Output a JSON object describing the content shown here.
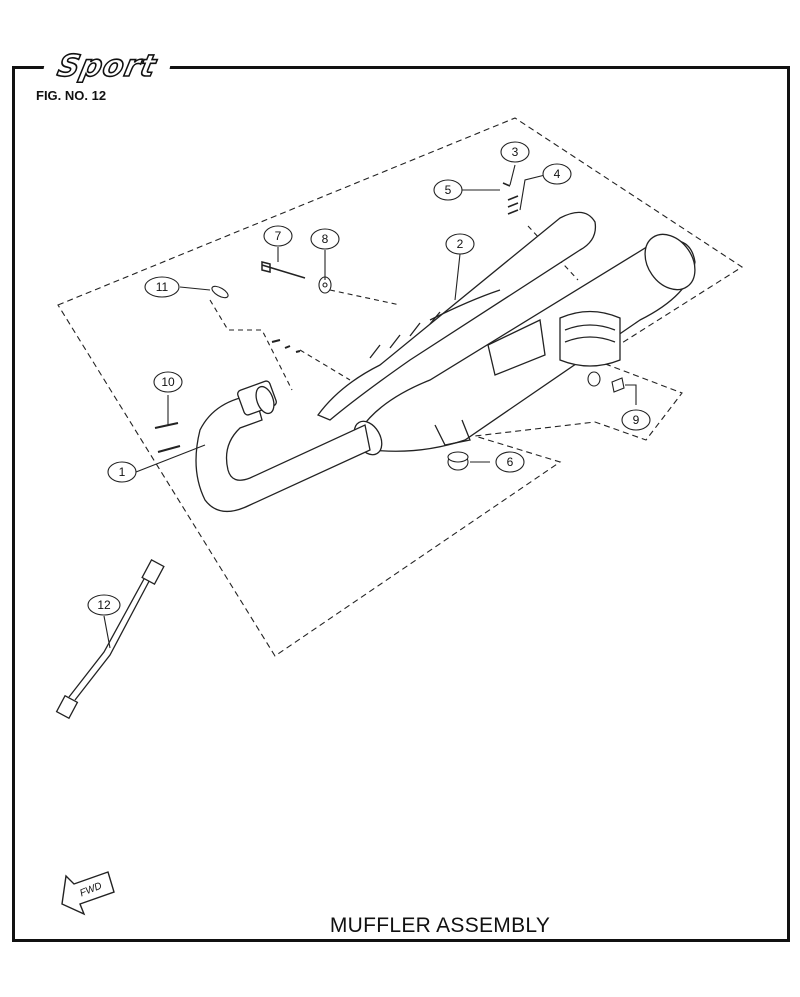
{
  "header": {
    "brand": "Sport",
    "figure_label": "FIG. NO. 12"
  },
  "diagram": {
    "callouts": [
      "1",
      "2",
      "3",
      "4",
      "5",
      "6",
      "7",
      "8",
      "9",
      "10",
      "11",
      "12"
    ],
    "fwd_label": "FWD"
  },
  "footer": {
    "title": "MUFFLER ASSEMBLY"
  }
}
